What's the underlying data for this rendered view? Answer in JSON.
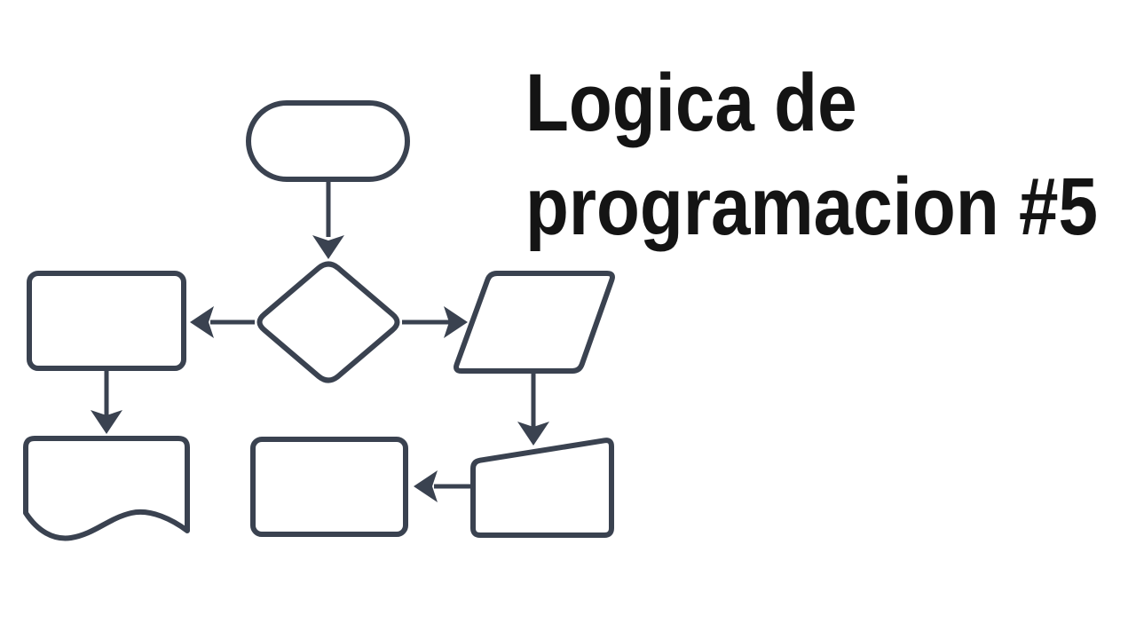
{
  "title": {
    "line1": "Logica de",
    "line2": "programacion #5"
  },
  "colors": {
    "background": "#ffffff",
    "shape_stroke": "#3a4250",
    "title_text": "#141414"
  },
  "diagram": {
    "type": "flowchart",
    "nodes": [
      {
        "id": "start",
        "type": "terminator",
        "label": ""
      },
      {
        "id": "decision",
        "type": "decision",
        "label": ""
      },
      {
        "id": "process-left",
        "type": "process",
        "label": ""
      },
      {
        "id": "data-io",
        "type": "parallelogram",
        "label": ""
      },
      {
        "id": "document",
        "type": "document",
        "label": ""
      },
      {
        "id": "manual-input",
        "type": "manual-input",
        "label": ""
      },
      {
        "id": "process-bottom",
        "type": "process",
        "label": ""
      }
    ],
    "edges": [
      {
        "from": "start",
        "to": "decision",
        "direction": "down"
      },
      {
        "from": "decision",
        "to": "process-left",
        "direction": "left"
      },
      {
        "from": "decision",
        "to": "data-io",
        "direction": "right"
      },
      {
        "from": "process-left",
        "to": "document",
        "direction": "down"
      },
      {
        "from": "data-io",
        "to": "manual-input",
        "direction": "down"
      },
      {
        "from": "manual-input",
        "to": "process-bottom",
        "direction": "left"
      }
    ]
  }
}
